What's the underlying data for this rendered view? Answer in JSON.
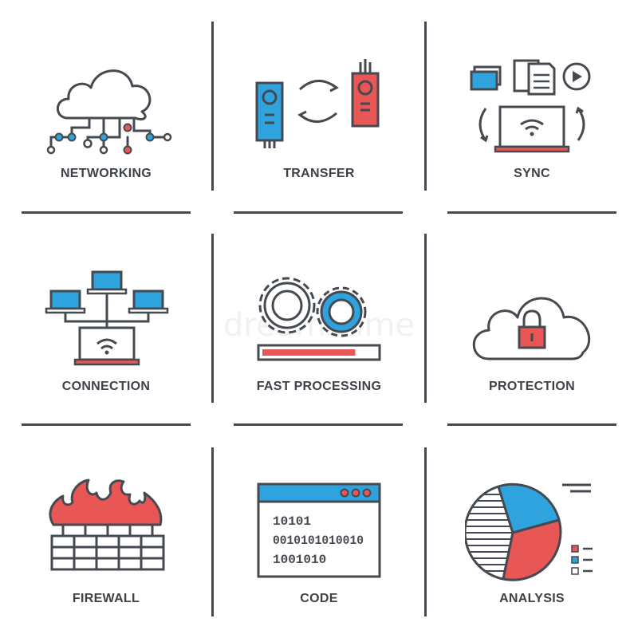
{
  "colors": {
    "stroke": "#454a50",
    "blue": "#2ea3dd",
    "red": "#e85656",
    "white": "#ffffff"
  },
  "tiles": [
    {
      "label": "NETWORKING",
      "icon": "cloud-network-icon"
    },
    {
      "label": "TRANSFER",
      "icon": "file-transfer-icon"
    },
    {
      "label": "SYNC",
      "icon": "sync-laptop-icon"
    },
    {
      "label": "CONNECTION",
      "icon": "laptop-network-icon"
    },
    {
      "label": "FAST PROCESSING",
      "icon": "gears-progress-icon"
    },
    {
      "label": "PROTECTION",
      "icon": "cloud-lock-icon"
    },
    {
      "label": "FIREWALL",
      "icon": "brick-wall-fire-icon"
    },
    {
      "label": "CODE",
      "icon": "code-window-icon"
    },
    {
      "label": "ANALYSIS",
      "icon": "pie-chart-icon"
    }
  ],
  "code_window": {
    "lines": [
      "10101",
      "0010101010010",
      "1001010"
    ]
  },
  "fast_processing": {
    "progress": 0.82
  },
  "watermark": "dreamstime"
}
